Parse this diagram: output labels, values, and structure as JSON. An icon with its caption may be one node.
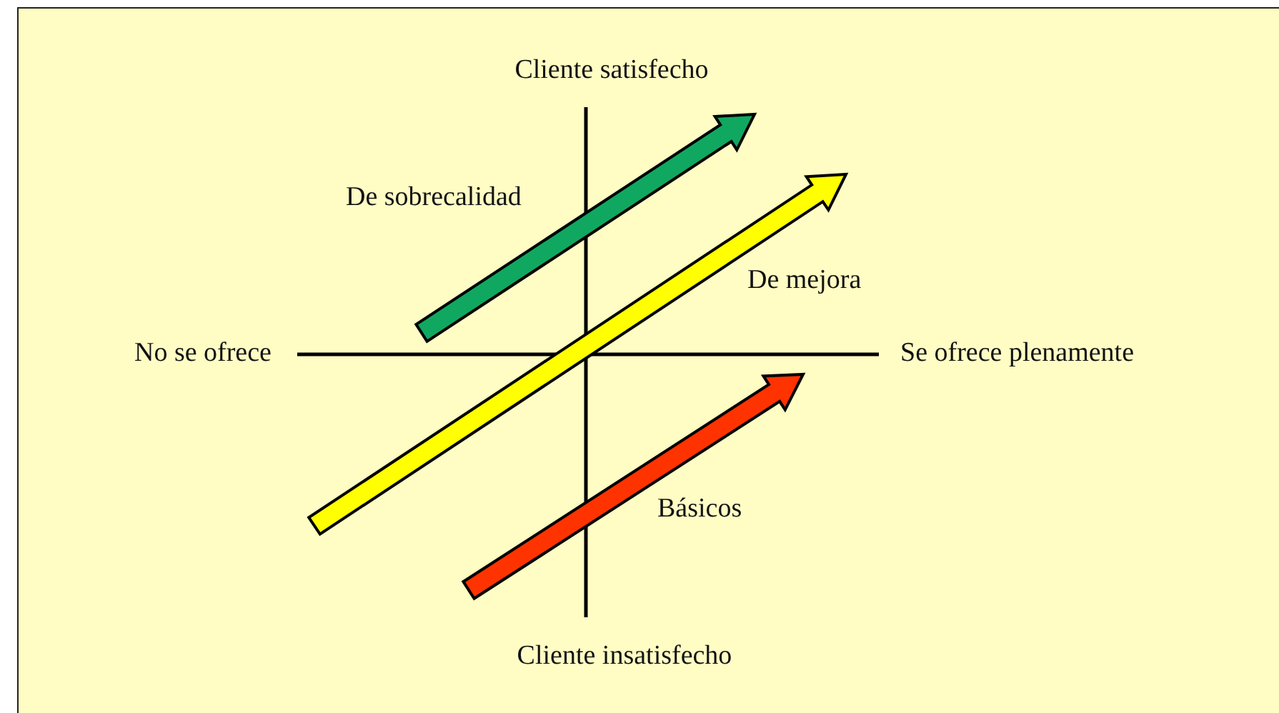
{
  "diagram": {
    "labels": [
      "Cliente satisfecho",
      "De sobrecalidad",
      "De mejora",
      "No se ofrece",
      "Se ofrece plenamente",
      "Básicos",
      "Cliente insatisfecho"
    ]
  }
}
